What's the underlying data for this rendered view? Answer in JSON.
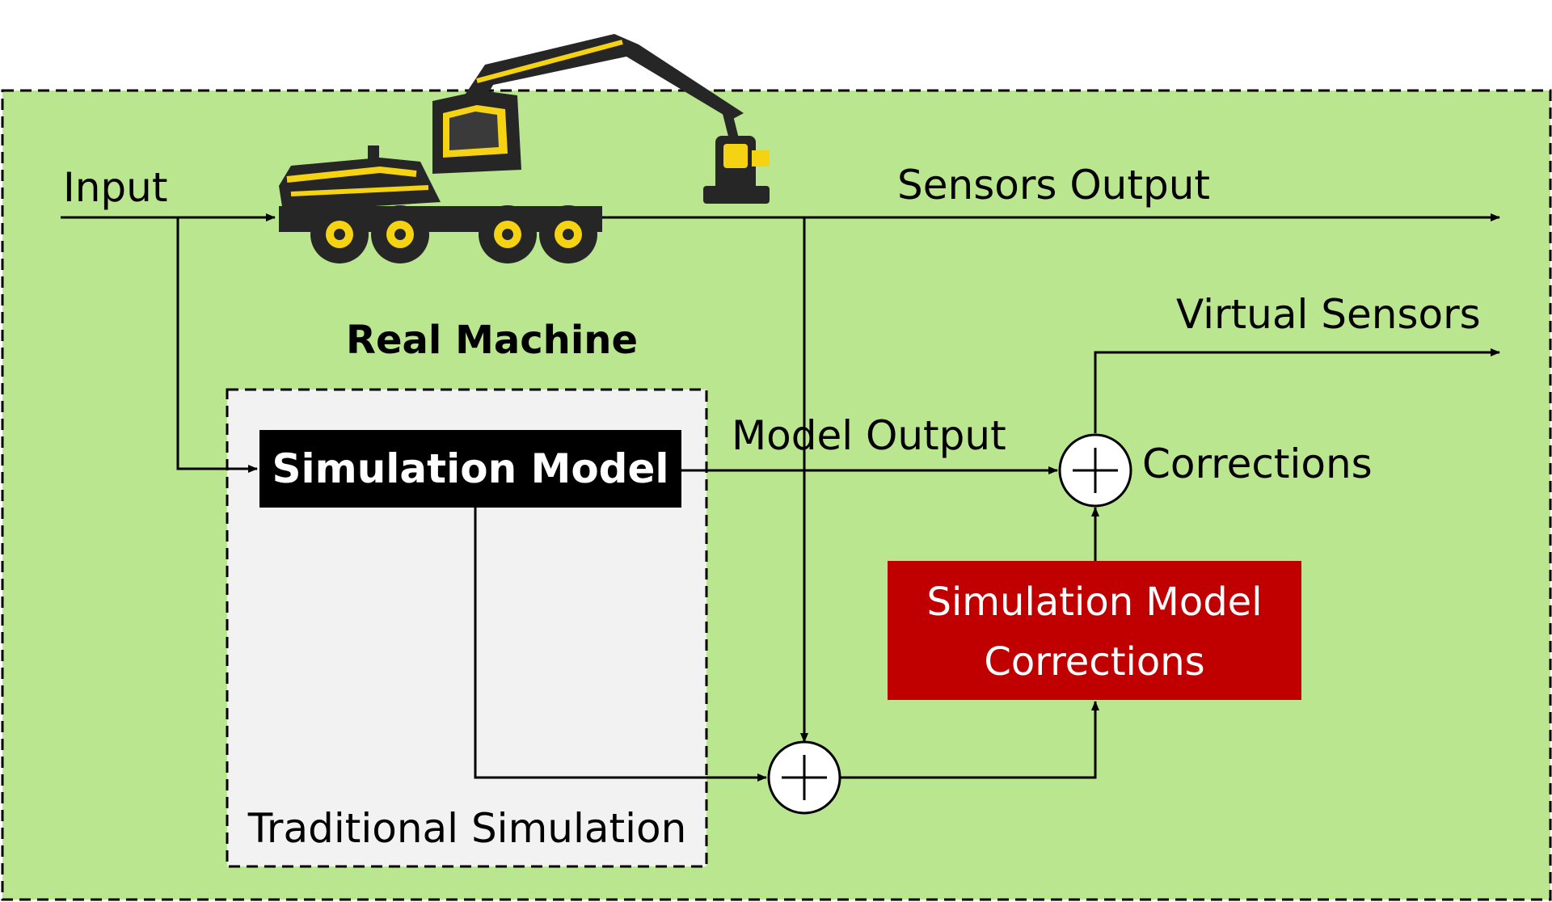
{
  "labels": {
    "input": "Input",
    "sensors_output": "Sensors Output",
    "virtual_sensors": "Virtual Sensors",
    "real_machine": "Real Machine",
    "model_output": "Model Output",
    "corrections": "Corrections",
    "traditional_simulation": "Traditional Simulation"
  },
  "blocks": {
    "simulation_model": "Simulation Model",
    "corrections_block_line1": "Simulation Model",
    "corrections_block_line2": "Corrections"
  },
  "colors": {
    "outer_background": "#b9e68e",
    "inner_background": "#f2f2f2",
    "simulation_model_block": "#000000",
    "corrections_block": "#c00000",
    "machine_body": "#f5d313",
    "machine_dark": "#262626"
  },
  "icons": [
    "forestry-harvester-icon",
    "summing-junction-icon"
  ]
}
